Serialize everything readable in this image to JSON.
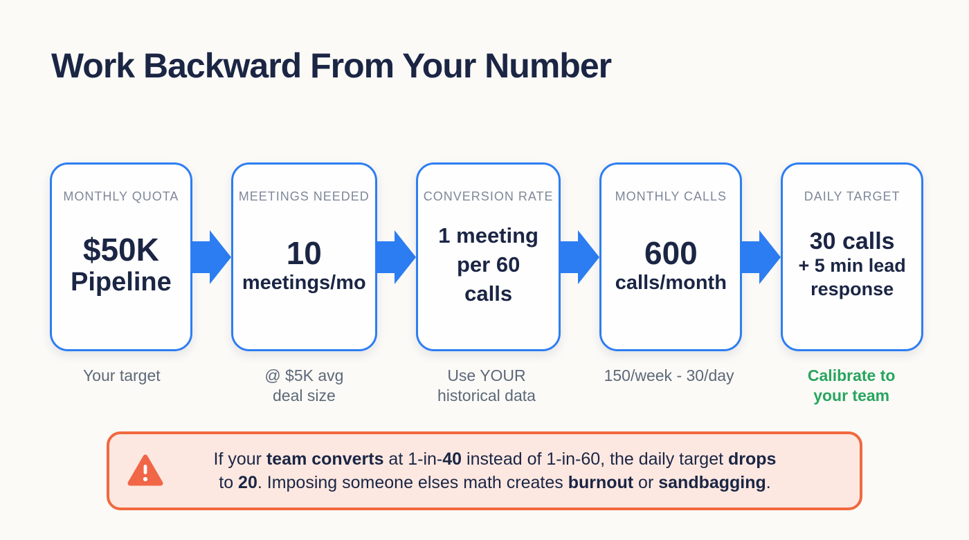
{
  "page": {
    "title": "Work Backward From Your Number"
  },
  "colors": {
    "bg": "#fbfaf7",
    "cardbg": "#fefefe",
    "accent": "#2d7df2",
    "navy": "#1b2544",
    "graylabel": "#7e8899",
    "graycaption": "#5d6878",
    "green": "#28a55e",
    "orange": "#f1683f",
    "peach": "#fce8e1",
    "warning_icon": "#f06647"
  },
  "flow": {
    "cards": [
      {
        "label": "MONTHLY QUOTA",
        "value_main": "$50K",
        "value_sub": "Pipeline",
        "caption": "Your target"
      },
      {
        "label": "MEETINGS NEEDED",
        "value_main": "10",
        "value_sub": "meetings/mo",
        "caption": "@ $5K avg\ndeal size"
      },
      {
        "label": "CONVERSION RATE",
        "value_main": "1 meeting\nper 60\ncalls",
        "value_sub": "",
        "caption": "Use YOUR\nhistorical data"
      },
      {
        "label": "MONTHLY CALLS",
        "value_main": "600",
        "value_sub": "calls/month",
        "caption": "150/week - 30/day"
      },
      {
        "label": "DAILY TARGET",
        "value_main": "30 calls",
        "value_sub": "+ 5 min lead\nresponse",
        "caption": "Calibrate to\nyour team"
      }
    ]
  },
  "callout": {
    "segments": [
      {
        "text": "If your "
      },
      {
        "text": "team converts",
        "bold": true
      },
      {
        "text": " at 1-in-"
      },
      {
        "text": "40",
        "bold": true
      },
      {
        "text": " instead of 1-in-60, the daily target "
      },
      {
        "text": "drops",
        "bold": true
      },
      {
        "br": true
      },
      {
        "text": "to "
      },
      {
        "text": "20",
        "bold": true
      },
      {
        "text": ". Imposing someone elses math creates "
      },
      {
        "text": "burnout",
        "bold": true
      },
      {
        "text": " or "
      },
      {
        "text": "sandbagging",
        "bold": true
      },
      {
        "text": "."
      }
    ]
  }
}
